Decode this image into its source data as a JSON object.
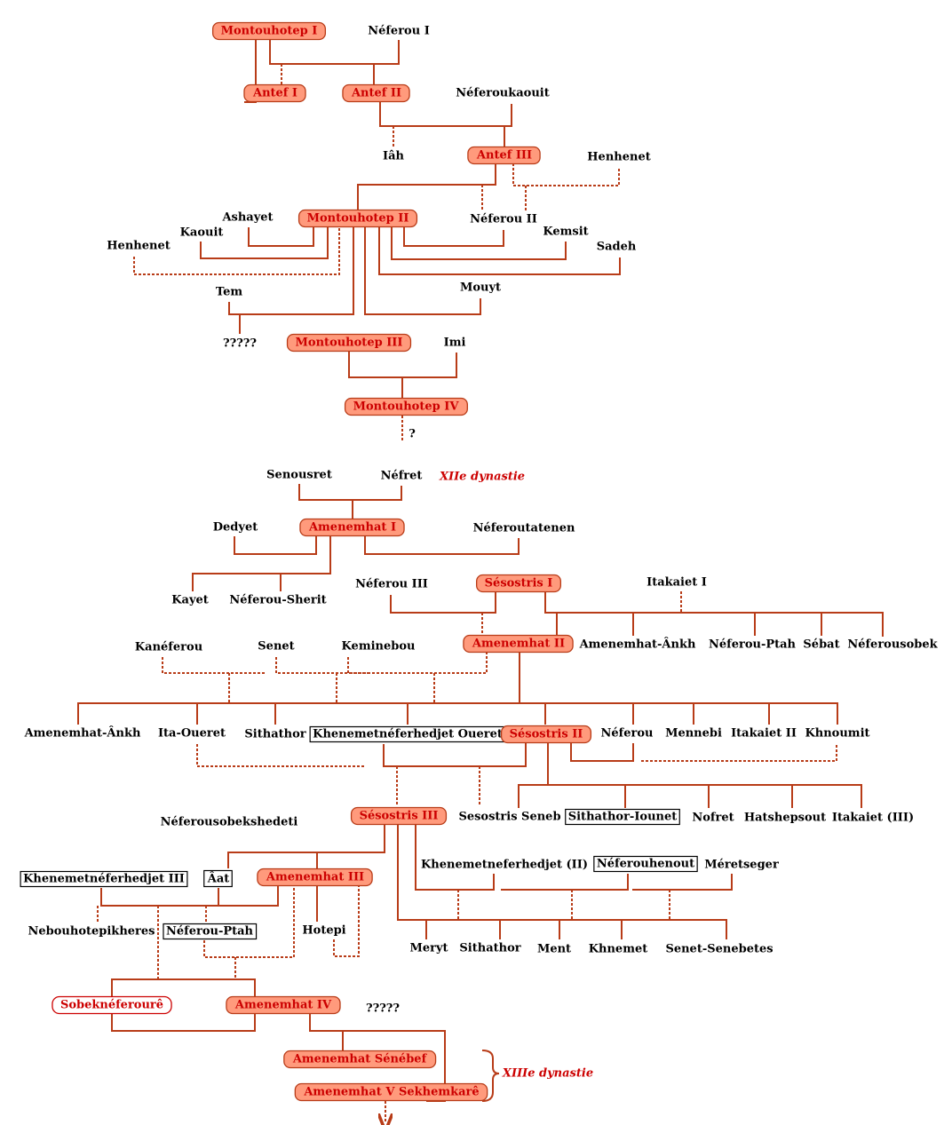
{
  "colors": {
    "line": "#b83c18",
    "king_fill": "#ff9a7c",
    "king_border": "#b83c18",
    "king_text": "#cc0000",
    "queen_border": "#cc0000",
    "boxed_border": "#000000",
    "text": "#000000"
  },
  "dynasty_labels": [
    {
      "id": "d12",
      "text": "XIIe dynastie"
    },
    {
      "id": "d13",
      "text": "XIIIe dynastie"
    }
  ],
  "persons": [
    {
      "id": "m1",
      "label": "Montouhotep I",
      "style": "king"
    },
    {
      "id": "nef1",
      "label": "Néferou I",
      "style": "plain"
    },
    {
      "id": "antef1",
      "label": "Antef I",
      "style": "king"
    },
    {
      "id": "antef2",
      "label": "Antef II",
      "style": "king"
    },
    {
      "id": "nefkaouit",
      "label": "Néferoukaouit",
      "style": "plain"
    },
    {
      "id": "iah",
      "label": "Iâh",
      "style": "plain"
    },
    {
      "id": "antef3",
      "label": "Antef III",
      "style": "king"
    },
    {
      "id": "henhenet1",
      "label": "Henhenet",
      "style": "plain"
    },
    {
      "id": "ashayet",
      "label": "Ashayet",
      "style": "plain"
    },
    {
      "id": "m2",
      "label": "Montouhotep II",
      "style": "king"
    },
    {
      "id": "nef2",
      "label": "Néferou II",
      "style": "plain"
    },
    {
      "id": "kaouit",
      "label": "Kaouit",
      "style": "plain"
    },
    {
      "id": "kemsit",
      "label": "Kemsit",
      "style": "plain"
    },
    {
      "id": "henhenet2",
      "label": "Henhenet",
      "style": "plain"
    },
    {
      "id": "sadeh",
      "label": "Sadeh",
      "style": "plain"
    },
    {
      "id": "tem",
      "label": "Tem",
      "style": "plain"
    },
    {
      "id": "mouyt",
      "label": "Mouyt",
      "style": "plain"
    },
    {
      "id": "q5a",
      "label": "?????",
      "style": "plain"
    },
    {
      "id": "m3",
      "label": "Montouhotep III",
      "style": "king"
    },
    {
      "id": "imi",
      "label": "Imi",
      "style": "plain"
    },
    {
      "id": "m4",
      "label": "Montouhotep IV",
      "style": "king"
    },
    {
      "id": "q1",
      "label": "?",
      "style": "plain"
    },
    {
      "id": "senousret",
      "label": "Senousret",
      "style": "plain"
    },
    {
      "id": "nefret",
      "label": "Néfret",
      "style": "plain"
    },
    {
      "id": "dedyet",
      "label": "Dedyet",
      "style": "plain"
    },
    {
      "id": "a1",
      "label": "Amenemhat I",
      "style": "king"
    },
    {
      "id": "nefoutatenen",
      "label": "Néferoutatenen",
      "style": "plain"
    },
    {
      "id": "kayet",
      "label": "Kayet",
      "style": "plain"
    },
    {
      "id": "nefsherit",
      "label": "Néferou-Sherit",
      "style": "plain"
    },
    {
      "id": "nef3",
      "label": "Néferou III",
      "style": "plain"
    },
    {
      "id": "s1",
      "label": "Sésostris I",
      "style": "king"
    },
    {
      "id": "itakaiet1",
      "label": "Itakaiet  I",
      "style": "plain"
    },
    {
      "id": "kaneferou",
      "label": "Kanéferou",
      "style": "plain"
    },
    {
      "id": "senet",
      "label": "Senet",
      "style": "plain"
    },
    {
      "id": "keminebou",
      "label": "Keminebou",
      "style": "plain"
    },
    {
      "id": "a2",
      "label": "Amenemhat II",
      "style": "king"
    },
    {
      "id": "aankh1",
      "label": "Amenemhat-Ânkh",
      "style": "plain"
    },
    {
      "id": "nefptah1",
      "label": "Néferou-Ptah",
      "style": "plain"
    },
    {
      "id": "sebat",
      "label": "Sébat",
      "style": "plain"
    },
    {
      "id": "nefsobek",
      "label": "Néferousobek",
      "style": "plain"
    },
    {
      "id": "aankh2",
      "label": "Amenemhat-Ânkh",
      "style": "plain"
    },
    {
      "id": "itaoueret",
      "label": "Ita-Oueret",
      "style": "plain"
    },
    {
      "id": "sithathor1",
      "label": "Sithathor",
      "style": "plain"
    },
    {
      "id": "khenouret",
      "label": "Khenemetnéferhedjet Oueret",
      "style": "boxed"
    },
    {
      "id": "s2",
      "label": "Sésostris II",
      "style": "king"
    },
    {
      "id": "neferou",
      "label": "Néferou",
      "style": "plain"
    },
    {
      "id": "mennebi",
      "label": "Mennebi",
      "style": "plain"
    },
    {
      "id": "itakaiet2",
      "label": "Itakaiet II",
      "style": "plain"
    },
    {
      "id": "khnoumit",
      "label": "Khnoumit",
      "style": "plain"
    },
    {
      "id": "nefsobekshedeti",
      "label": "Néferousobekshedeti",
      "style": "plain"
    },
    {
      "id": "s3",
      "label": "Sésostris III",
      "style": "king"
    },
    {
      "id": "sseneb",
      "label": "Sesostris Seneb",
      "style": "plain"
    },
    {
      "id": "sithiounet",
      "label": "Sithathor-Iounet",
      "style": "boxed"
    },
    {
      "id": "nofret",
      "label": "Nofret",
      "style": "plain"
    },
    {
      "id": "hatshepsout",
      "label": "Hatshepsout",
      "style": "plain"
    },
    {
      "id": "itakaiet3",
      "label": "Itakaiet (III)",
      "style": "plain"
    },
    {
      "id": "khen3",
      "label": "Khenemetnéferhedjet  III",
      "style": "boxed"
    },
    {
      "id": "aat",
      "label": "Âat",
      "style": "boxed"
    },
    {
      "id": "a3",
      "label": "Amenemhat III",
      "style": "king"
    },
    {
      "id": "khen2",
      "label": "Khenemetneferhedjet  (II)",
      "style": "plain"
    },
    {
      "id": "nefhenout",
      "label": "Néferouhenout",
      "style": "boxed"
    },
    {
      "id": "meretseger",
      "label": "Méretseger",
      "style": "plain"
    },
    {
      "id": "nebhotep",
      "label": "Nebouhotepikheres",
      "style": "plain"
    },
    {
      "id": "nefptah2",
      "label": "Néferou-Ptah",
      "style": "boxed"
    },
    {
      "id": "hotepi",
      "label": "Hotepi",
      "style": "plain"
    },
    {
      "id": "meryt",
      "label": "Meryt",
      "style": "plain"
    },
    {
      "id": "sithathor2",
      "label": "Sithathor",
      "style": "plain"
    },
    {
      "id": "ment",
      "label": "Ment",
      "style": "plain"
    },
    {
      "id": "khnemet",
      "label": "Khnemet",
      "style": "plain"
    },
    {
      "id": "senetseneb",
      "label": "Senet-Senebetes",
      "style": "plain"
    },
    {
      "id": "sobek",
      "label": "Sobeknéferourê",
      "style": "queen"
    },
    {
      "id": "a4",
      "label": "Amenemhat IV",
      "style": "king"
    },
    {
      "id": "q5b",
      "label": "?????",
      "style": "plain"
    },
    {
      "id": "asenebef",
      "label": "Amenemhat Sénébef",
      "style": "king"
    },
    {
      "id": "a5",
      "label": "Amenemhat V Sekhemkarê",
      "style": "king"
    }
  ]
}
